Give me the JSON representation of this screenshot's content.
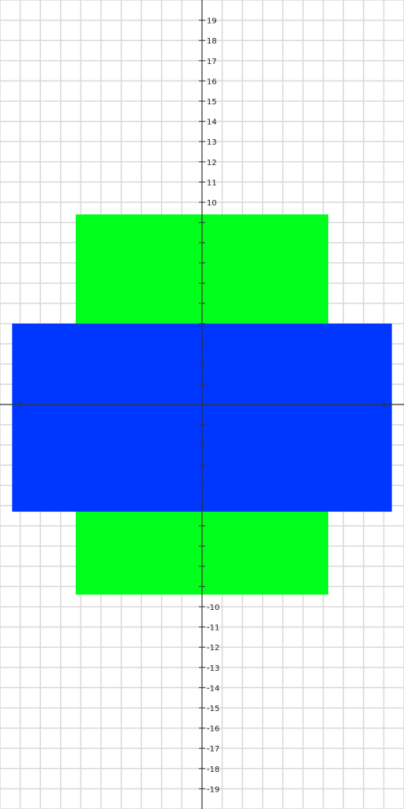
{
  "colors": {
    "background": "#ffffff",
    "grid": "#d9d9d9",
    "axis": "#333333",
    "label": "#222222"
  },
  "axes": {
    "x_range": [
      -10,
      10
    ],
    "y_range": [
      -20,
      20
    ],
    "grid_step": 1,
    "y_tick_labels": [
      "19",
      "18",
      "17",
      "16",
      "15",
      "14",
      "13",
      "12",
      "11",
      "10",
      "-10",
      "-11",
      "-12",
      "-13",
      "-14",
      "-15",
      "-16",
      "-17",
      "-18",
      "-19"
    ]
  },
  "shapes": [
    {
      "name": "green-rectangle",
      "color": "#00ff1a",
      "x": [
        -6.25,
        6.25
      ],
      "y": [
        -9.4,
        9.4
      ]
    },
    {
      "name": "blue-rectangle",
      "color": "#0037ff",
      "x": [
        -9.4,
        9.4
      ],
      "y": [
        -5.3,
        4
      ]
    }
  ]
}
